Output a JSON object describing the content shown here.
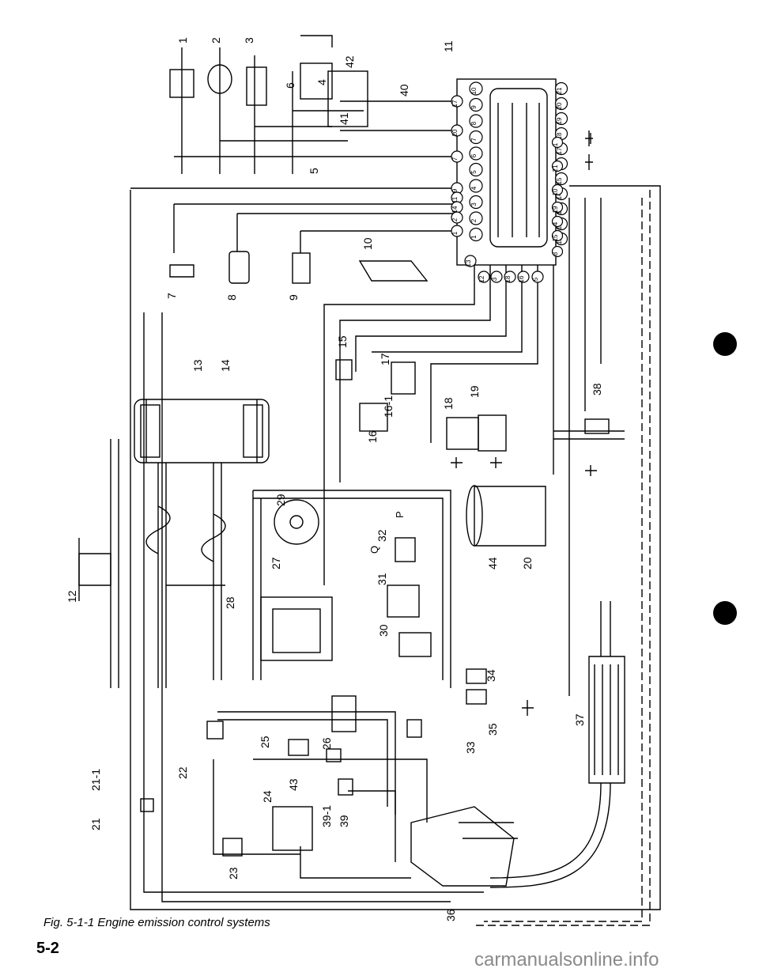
{
  "caption": "Fig. 5-1-1 Engine emission control systems",
  "page_number": "5-2",
  "watermark": "carmanualsonline.info",
  "callouts": [
    "1",
    "2",
    "3",
    "4",
    "5",
    "6",
    "7",
    "8",
    "9",
    "10",
    "11",
    "12",
    "13",
    "14",
    "15",
    "16",
    "16-1",
    "17",
    "18",
    "19",
    "20",
    "21",
    "21-1",
    "22",
    "23",
    "24",
    "25",
    "26",
    "27",
    "28",
    "29",
    "30",
    "31",
    "32",
    "33",
    "34",
    "35",
    "36",
    "37",
    "38",
    "39",
    "39-1",
    "40",
    "41",
    "42",
    "43",
    "44"
  ],
  "valve_labels": [
    "P",
    "Q"
  ],
  "connector_pins_right": [
    "10",
    "9",
    "8",
    "7",
    "6",
    "5",
    "4",
    "3",
    "2",
    "1"
  ],
  "connector_pins_left": [
    "21",
    "20",
    "19",
    "18",
    "17",
    "16",
    "15",
    "14",
    "13",
    "12",
    "11"
  ],
  "connector_circuit_top": [
    "17",
    "20",
    "7",
    "9",
    "11",
    "14",
    "2",
    "1"
  ],
  "connector_circuit_bottom": [
    "13",
    "12",
    "3",
    "18",
    "16",
    "5"
  ],
  "connector_circuit_left": [
    "1",
    "21",
    "10",
    "19",
    "4",
    "15",
    "8"
  ]
}
